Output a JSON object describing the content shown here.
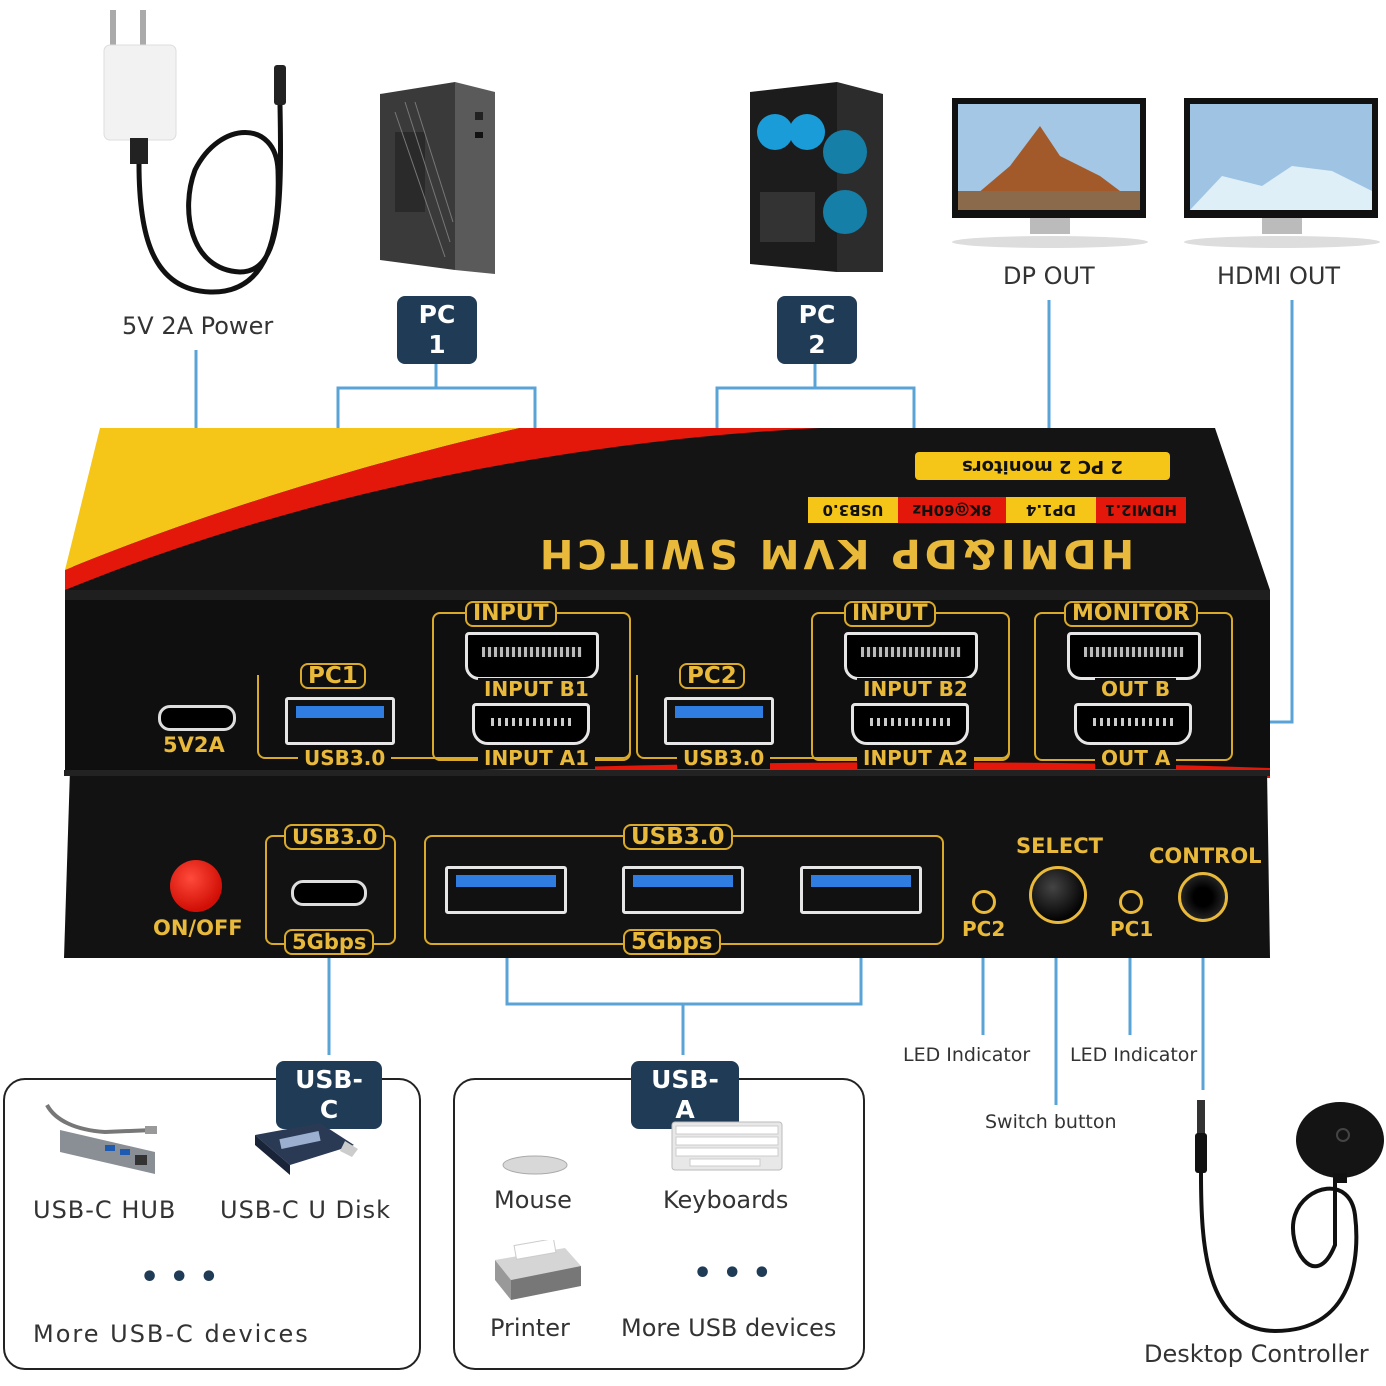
{
  "labels": {
    "power": "5V 2A Power",
    "pc1": "PC 1",
    "pc2": "PC 2",
    "dp_out": "DP OUT",
    "hdmi_out": "HDMI OUT",
    "usbc_tag": "USB-C",
    "usba_tag": "USB-A",
    "led_indicator_left": "LED Indicator",
    "led_indicator_right": "LED Indicator",
    "switch_button": "Switch button",
    "desktop_controller": "Desktop Controller"
  },
  "device": {
    "title": "HDMI&DP KVM SWITCH",
    "badge_top": "2 PC 2 monitors",
    "spec_hdmi": "HDMI2.1",
    "spec_dp": "DP1.4",
    "spec_res": "8K@60Hz",
    "spec_usb": "USB3.0",
    "back": {
      "power_port": "5V2A",
      "pc1": "PC1",
      "pc2": "PC2",
      "input": "INPUT",
      "input2": "INPUT",
      "monitor": "MONITOR",
      "input_b1": "INPUT B1",
      "input_a1": "INPUT A1",
      "input_b2": "INPUT B2",
      "input_a2": "INPUT A2",
      "out_b": "OUT B",
      "out_a": "OUT A",
      "usb30_1": "USB3.0",
      "usb30_2": "USB3.0"
    },
    "front": {
      "on_off": "ON/OFF",
      "usbc_top": "USB3.0",
      "usbc_bottom": "5Gbps",
      "usba_top": "USB3.0",
      "usba_bottom": "5Gbps",
      "select": "SELECT",
      "control": "CONTROL",
      "pc2": "PC2",
      "pc1": "PC1"
    }
  },
  "usbc_box": {
    "hub": "USB-C HUB",
    "udisk": "USB-C U Disk",
    "dots": "• • •",
    "more": "More USB-C devices"
  },
  "usba_box": {
    "mouse": "Mouse",
    "keyboards": "Keyboards",
    "printer": "Printer",
    "dots": "• • •",
    "more": "More USB devices"
  },
  "colors": {
    "connector_line": "#5aa3d6",
    "gold": "#e8b93a",
    "tag_bg": "#1f3b55",
    "device_body": "#111111",
    "stripe_red": "#e3170a",
    "stripe_yellow": "#f5c518"
  }
}
